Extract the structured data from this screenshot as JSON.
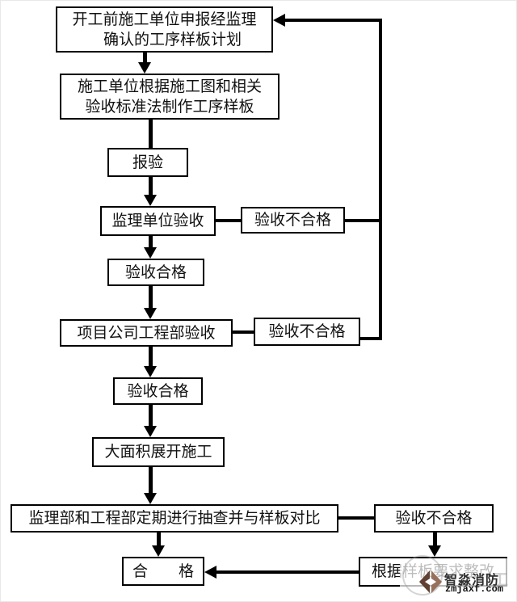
{
  "flowchart": {
    "nodes": {
      "plan": {
        "line1": "开工前施工单位申报经监理",
        "line2": "确认的工序样板计划"
      },
      "make": {
        "line1": "施工单位根据施工图和相关",
        "line2": "验收标准法制作工序样板"
      },
      "submit": {
        "label": "报验"
      },
      "supervisor": {
        "label": "监理单位验收"
      },
      "fail1": {
        "label": "验收不合格"
      },
      "pass1": {
        "label": "验收合格"
      },
      "project": {
        "label": "项目公司工程部验收"
      },
      "fail2": {
        "label": "验收不合格"
      },
      "pass2": {
        "label": "验收合格"
      },
      "construct": {
        "label": "大面积展开施工"
      },
      "spotcheck": {
        "label": "监理部和工程部定期进行抽查并与样板对比"
      },
      "fail3": {
        "label": "验收不合格"
      },
      "rectify": {
        "label": "根据样板要求整改"
      },
      "final_pass": {
        "label": "合　　格"
      }
    },
    "colors": {
      "line": "#000000",
      "box_border": "#000000",
      "box_fill": "#ffffff",
      "text": "#111111"
    }
  },
  "watermark": {
    "brand": "智淼消防",
    "domain": "zmjaxf.com",
    "ghost_text": "工",
    "logo_color_dark": "#5f4032",
    "logo_color_light": "#96705c"
  }
}
